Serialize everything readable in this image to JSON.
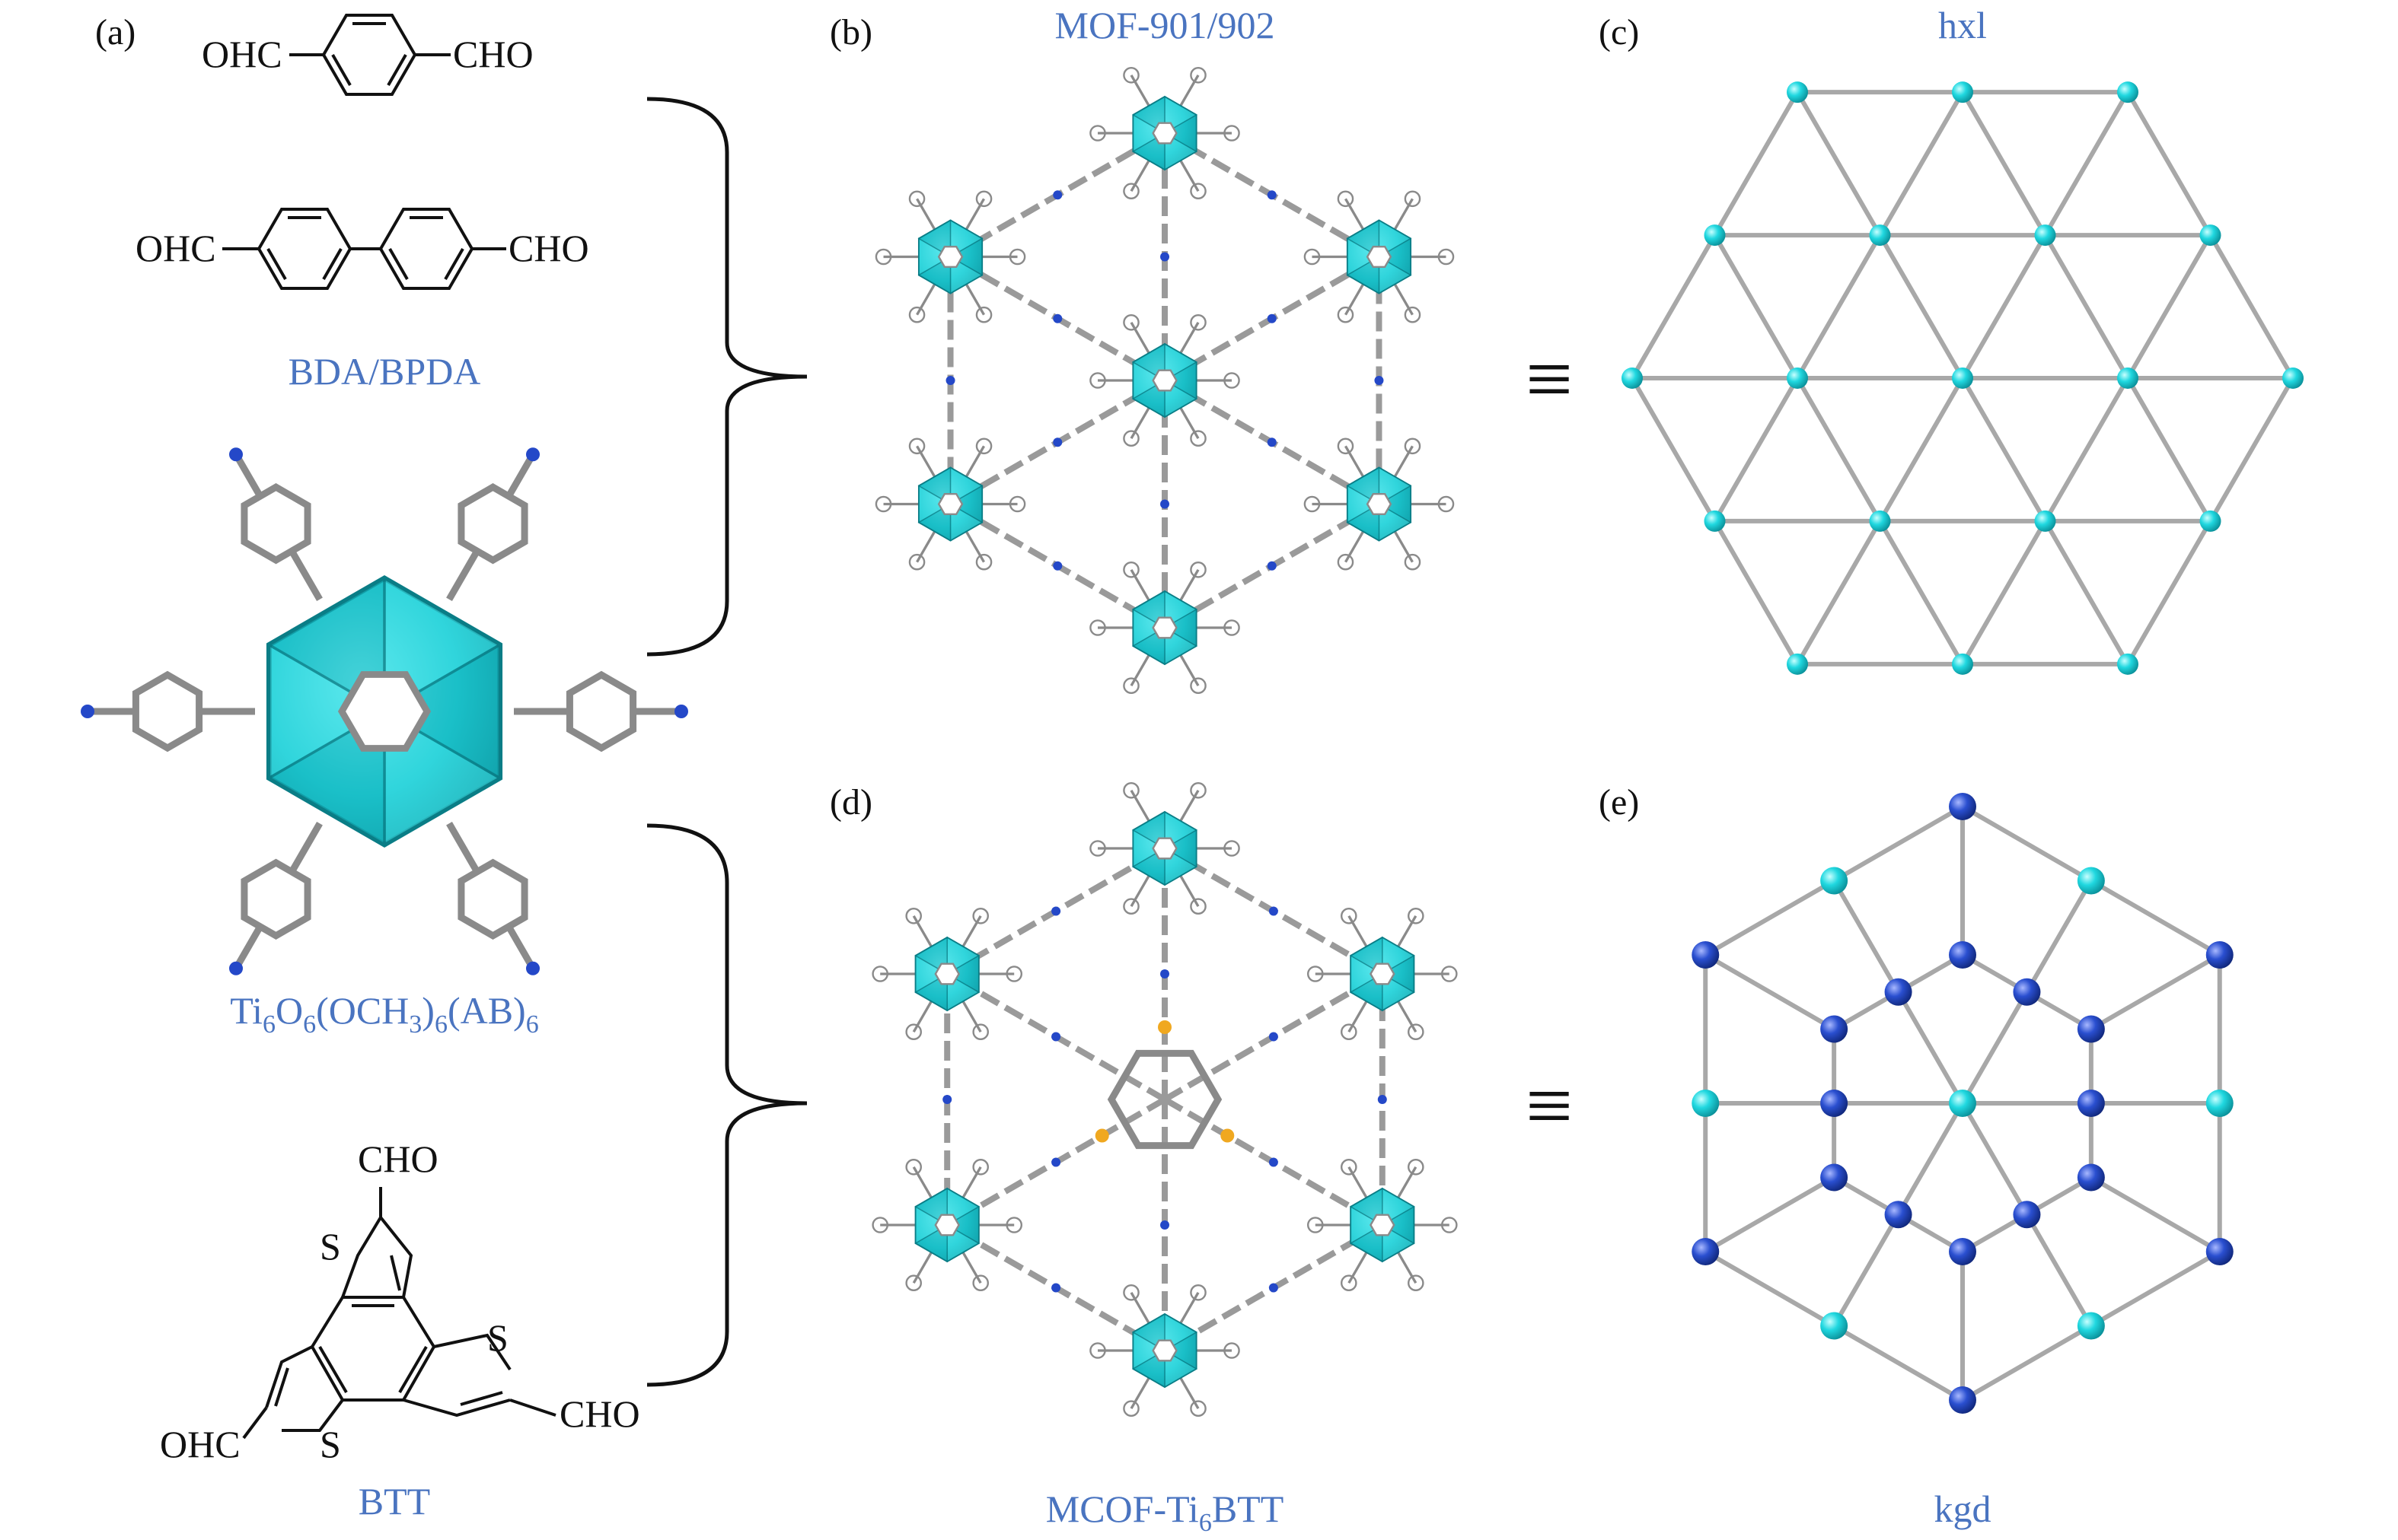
{
  "panels": {
    "a": {
      "label": "(a)"
    },
    "b": {
      "label": "(b)",
      "caption": "MOF-901/902"
    },
    "c": {
      "label": "(c)",
      "caption": "hxl"
    },
    "d": {
      "label": "(d)",
      "caption_main": "MCOF-Ti",
      "caption_sub": "6",
      "caption_tail": "BTT"
    },
    "e": {
      "label": "(e)",
      "caption": "kgd"
    }
  },
  "linkers": {
    "bda": {
      "left": "OHC",
      "right": "CHO"
    },
    "bpda": {
      "left": "OHC",
      "right": "CHO"
    },
    "bda_caption": "BDA/BPDA",
    "cluster_caption": {
      "t1": "Ti",
      "s1": "6",
      "t2": "O",
      "s2": "6",
      "t3": "(OCH",
      "s3": "3",
      "t4": ")",
      "s4": "6",
      "t5": "(AB)",
      "s5": "6"
    },
    "btt": {
      "top": "CHO",
      "right": "CHO",
      "left": "OHC",
      "s1": "S",
      "s2": "S",
      "s3": "S"
    },
    "btt_caption": "BTT"
  },
  "equivalence": {
    "symbol": "≡"
  },
  "colors": {
    "caption": "#4a74c0",
    "cyan_node": "#18d2da",
    "blue_node": "#2448c8",
    "edge": "#a8a8a8",
    "ink": "#111111"
  }
}
